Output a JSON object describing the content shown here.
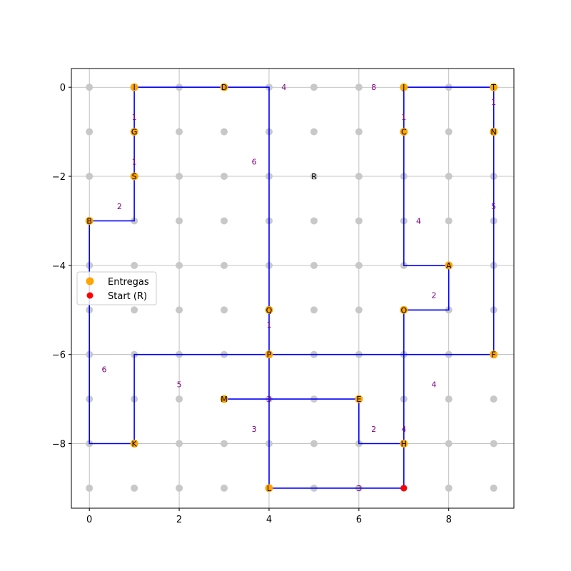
{
  "chart_data": {
    "type": "scatter",
    "title": "",
    "xlabel": "",
    "ylabel": "",
    "xlim": [
      -0.4,
      9.45
    ],
    "ylim": [
      -9.45,
      0.42
    ],
    "grid": true,
    "x_ticks": [
      0,
      2,
      4,
      6,
      8
    ],
    "y_ticks": [
      0,
      -2,
      -4,
      -6,
      -8
    ],
    "legend_position": "center-left",
    "grid_points": {
      "x_min": 0,
      "x_max": 9,
      "y_min": -9,
      "y_max": 0,
      "color": "#c8c8c8"
    },
    "series": [
      {
        "name": "Entregas",
        "color": "#ffa500",
        "points": [
          {
            "label": "A",
            "x": 8,
            "y": -4
          },
          {
            "label": "B",
            "x": 0,
            "y": -3
          },
          {
            "label": "C",
            "x": 7,
            "y": -1
          },
          {
            "label": "D",
            "x": 3,
            "y": 0
          },
          {
            "label": "E",
            "x": 6,
            "y": -7
          },
          {
            "label": "F",
            "x": 9,
            "y": -6
          },
          {
            "label": "G",
            "x": 1,
            "y": -1
          },
          {
            "label": "H",
            "x": 7,
            "y": -8
          },
          {
            "label": "I",
            "x": 1,
            "y": 0
          },
          {
            "label": "J",
            "x": 7,
            "y": 0
          },
          {
            "label": "K",
            "x": 1,
            "y": -8
          },
          {
            "label": "L",
            "x": 4,
            "y": -9
          },
          {
            "label": "M",
            "x": 3,
            "y": -7
          },
          {
            "label": "N",
            "x": 9,
            "y": -1
          },
          {
            "label": "O",
            "x": 7,
            "y": -5
          },
          {
            "label": "P",
            "x": 4,
            "y": -6
          },
          {
            "label": "Q",
            "x": 4,
            "y": -5
          },
          {
            "label": "S",
            "x": 1,
            "y": -2
          },
          {
            "label": "T",
            "x": 9,
            "y": 0
          }
        ]
      },
      {
        "name": "Start (R)",
        "color": "#ff0000",
        "points": [
          {
            "label": "",
            "x": 7,
            "y": -9
          }
        ]
      }
    ],
    "text_labels": [
      {
        "text": "R",
        "x": 5,
        "y": -2
      }
    ],
    "route_color": "#0000ff",
    "route_path": [
      [
        7,
        -9
      ],
      [
        7,
        -8
      ],
      [
        6,
        -8
      ],
      [
        6,
        -7
      ],
      [
        4,
        -7
      ],
      [
        4,
        -9
      ],
      [
        7,
        -9
      ],
      [
        7,
        -6
      ],
      [
        9,
        -6
      ],
      [
        9,
        0
      ],
      [
        7,
        0
      ],
      [
        7,
        -4
      ],
      [
        8,
        -4
      ],
      [
        8,
        -5
      ],
      [
        7,
        -5
      ],
      [
        7,
        -6
      ],
      [
        4,
        -6
      ],
      [
        4,
        0
      ],
      [
        1,
        0
      ],
      [
        1,
        -3
      ],
      [
        0,
        -3
      ],
      [
        0,
        -8
      ],
      [
        1,
        -8
      ],
      [
        1,
        -6
      ],
      [
        4,
        -6
      ],
      [
        4,
        -7
      ],
      [
        3,
        -7
      ]
    ],
    "edge_labels": [
      {
        "text": "1",
        "x": 1,
        "y": -0.67
      },
      {
        "text": "1",
        "x": 1,
        "y": -1.67
      },
      {
        "text": "2",
        "x": 0.67,
        "y": -2.67
      },
      {
        "text": "6",
        "x": 3.67,
        "y": -1.67
      },
      {
        "text": "4",
        "x": 4.33,
        "y": 0
      },
      {
        "text": "8",
        "x": 6.33,
        "y": 0
      },
      {
        "text": "1",
        "x": 7,
        "y": -0.67
      },
      {
        "text": "1",
        "x": 9,
        "y": -0.33
      },
      {
        "text": "5",
        "x": 9,
        "y": -2.67
      },
      {
        "text": "4",
        "x": 7.33,
        "y": -3
      },
      {
        "text": "2",
        "x": 7.67,
        "y": -4.67
      },
      {
        "text": "1",
        "x": 4,
        "y": -5.33
      },
      {
        "text": "6",
        "x": 0.33,
        "y": -6.33
      },
      {
        "text": "5",
        "x": 2,
        "y": -6.67
      },
      {
        "text": "4",
        "x": 7.67,
        "y": -6.67
      },
      {
        "text": "3",
        "x": 4,
        "y": -7
      },
      {
        "text": "3",
        "x": 3.67,
        "y": -7.67
      },
      {
        "text": "2",
        "x": 6.33,
        "y": -7.67
      },
      {
        "text": "4",
        "x": 7,
        "y": -7.67
      },
      {
        "text": "3",
        "x": 6,
        "y": -9
      }
    ]
  }
}
